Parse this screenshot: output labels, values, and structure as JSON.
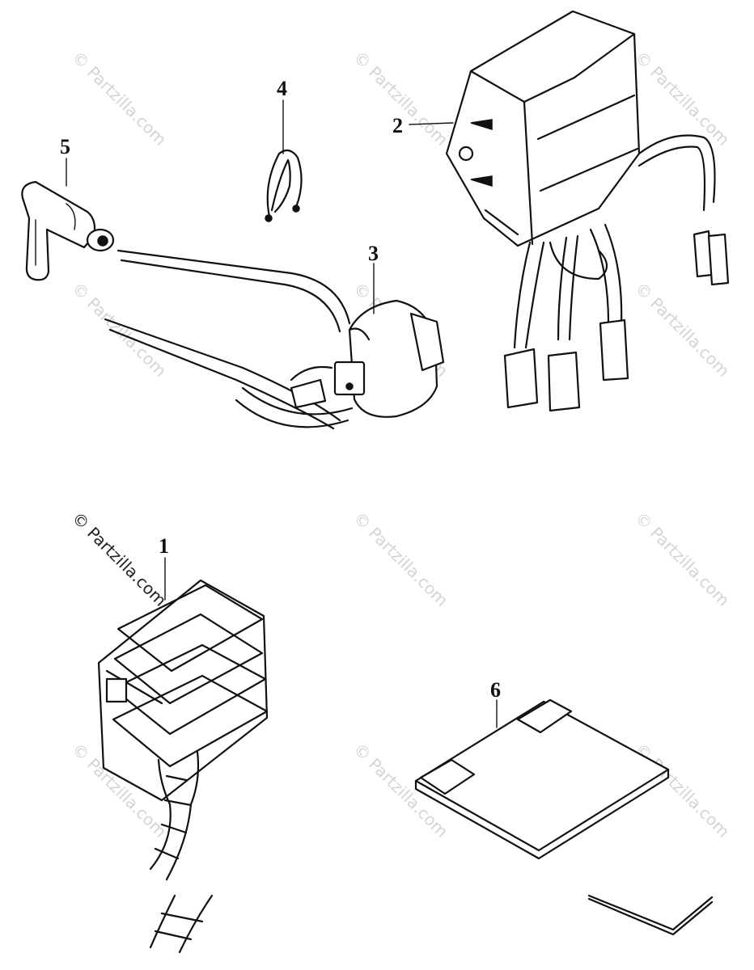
{
  "watermark": {
    "text": "© Partzilla.com"
  },
  "callouts": {
    "part_1": "1",
    "part_2": "2",
    "part_3": "3",
    "part_4": "4",
    "part_5": "5",
    "part_6": "6"
  }
}
